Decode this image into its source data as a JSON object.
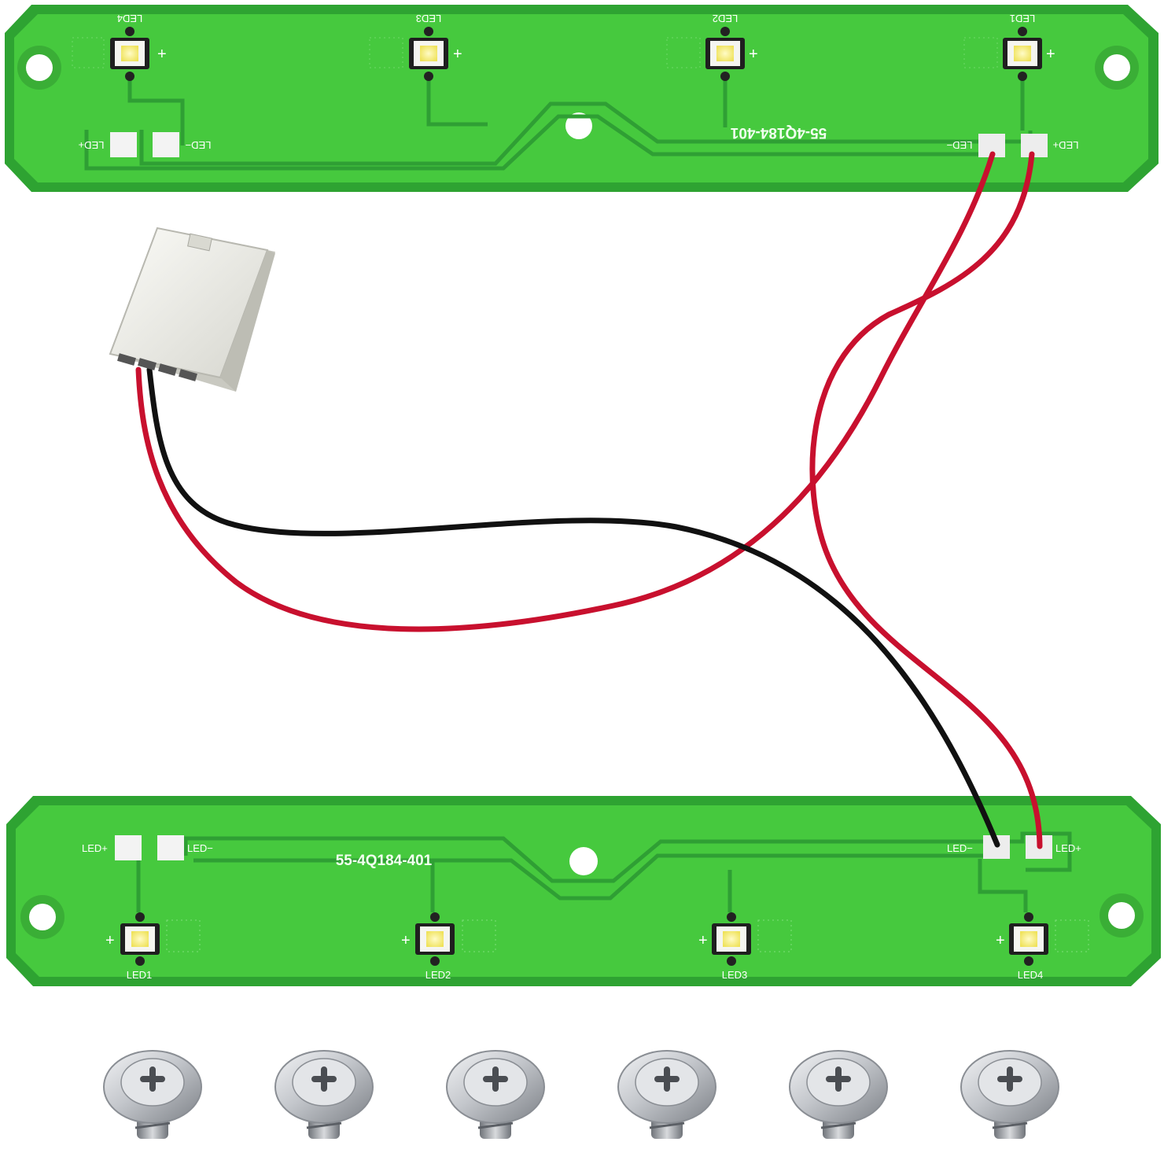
{
  "colors": {
    "pcb": "#3ec43a",
    "pcb_edge": "#249a2a",
    "pcb_trace": "#2f9f34",
    "led_yellow": "#f4ee7a",
    "wire_red": "#c8102e",
    "wire_black": "#111111",
    "connector": "#efefe8",
    "screw": "#c9ccd1"
  },
  "top_board": {
    "part_number": "55-4Q184-401",
    "led_labels": [
      "LED4",
      "LED3",
      "LED2",
      "LED1"
    ],
    "polarity_plus": "+",
    "pad_labels": {
      "left_plus": "LED+",
      "left_minus": "LED−",
      "right_minus": "LED−",
      "right_plus": "LED+"
    }
  },
  "bottom_board": {
    "part_number": "55-4Q184-401",
    "led_labels": [
      "LED1",
      "LED2",
      "LED3",
      "LED4"
    ],
    "polarity_plus": "+",
    "pad_labels": {
      "left_plus": "LED+",
      "left_minus": "LED−",
      "right_minus": "LED−",
      "right_plus": "LED+"
    }
  },
  "screws": {
    "count": 6,
    "icon": "phillips-washer-screw-icon"
  },
  "connector": {
    "icon": "connector-plug-icon"
  }
}
